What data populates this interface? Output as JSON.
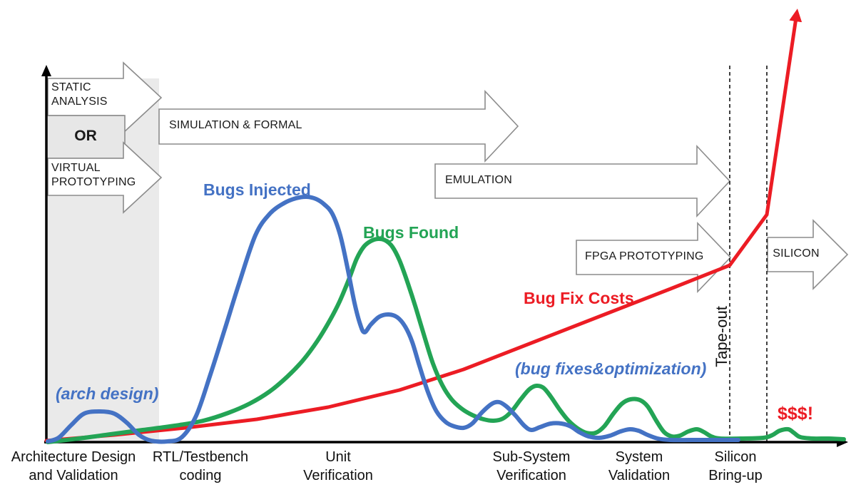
{
  "arrows": {
    "static_analysis": {
      "line1": "STATIC",
      "line2": "ANALYSIS"
    },
    "or": {
      "label": "OR"
    },
    "virtual_prototyping": {
      "line1": "VIRTUAL",
      "line2": "PROTOTYPING"
    },
    "simulation_formal": {
      "label": "SIMULATION & FORMAL"
    },
    "emulation": {
      "label": "EMULATION"
    },
    "fpga_prototyping": {
      "label": "FPGA PROTOTYPING"
    },
    "silicon": {
      "label": "SILICON"
    }
  },
  "labels": {
    "bugs_injected": "Bugs Injected",
    "bugs_found": "Bugs Found",
    "bug_fix_costs": "Bug Fix Costs",
    "arch_design": "(arch design)",
    "bug_fixes_optimization": "(bug fixes&optimization)",
    "tape_out": "Tape-out",
    "dollars": "$$$!"
  },
  "colors": {
    "bugs_injected": "#4472C4",
    "bugs_found": "#23A455",
    "bug_fix_costs": "#EC1C24",
    "shaded_region": "#EAEAEA",
    "arrow_outline": "#8C8C8C",
    "axis": "#000000"
  },
  "chart_data": {
    "type": "line",
    "title": "",
    "x_axis_style": "phase labels, no numeric ticks",
    "y_axis_style": "unlabeled arrow axis",
    "phases": [
      {
        "line1": "Architecture Design",
        "line2": "and Validation"
      },
      {
        "line1": "RTL/Testbench",
        "line2": "coding"
      },
      {
        "line1": "Unit",
        "line2": "Verification"
      },
      {
        "line1": "Sub-System",
        "line2": "Verification"
      },
      {
        "line1": "System",
        "line2": "Validation"
      },
      {
        "line1": "Silicon",
        "line2": "Bring-up"
      }
    ],
    "markers": {
      "tape_out_x": 1023,
      "silicon_dashed_x": 1075,
      "shaded_region_x1": 67,
      "shaded_region_x2": 223
    },
    "series": [
      {
        "id": "bug-fix-costs",
        "name": "Bug Fix Costs",
        "color": "#EC1C24",
        "width": 5,
        "smooth": false,
        "arrow_end": true,
        "points": [
          [
            65,
            618
          ],
          [
            160,
            610
          ],
          [
            260,
            600
          ],
          [
            360,
            588
          ],
          [
            460,
            571
          ],
          [
            560,
            547
          ],
          [
            650,
            518
          ],
          [
            750,
            479
          ],
          [
            850,
            440
          ],
          [
            940,
            405
          ],
          [
            1023,
            372
          ],
          [
            1075,
            301
          ],
          [
            1116,
            25
          ]
        ]
      },
      {
        "id": "bugs-found",
        "name": "Bugs Found",
        "color": "#23A455",
        "width": 6,
        "smooth": true,
        "arrow_end": false,
        "points": [
          [
            67,
            620
          ],
          [
            110,
            615
          ],
          [
            155,
            609
          ],
          [
            200,
            603
          ],
          [
            245,
            597
          ],
          [
            285,
            590
          ],
          [
            320,
            579
          ],
          [
            350,
            566
          ],
          [
            378,
            549
          ],
          [
            403,
            528
          ],
          [
            425,
            505
          ],
          [
            445,
            478
          ],
          [
            462,
            450
          ],
          [
            476,
            423
          ],
          [
            489,
            392
          ],
          [
            500,
            363
          ],
          [
            510,
            346
          ],
          [
            520,
            338
          ],
          [
            530,
            335
          ],
          [
            540,
            337
          ],
          [
            550,
            346
          ],
          [
            560,
            365
          ],
          [
            572,
            398
          ],
          [
            583,
            432
          ],
          [
            595,
            472
          ],
          [
            607,
            510
          ],
          [
            620,
            540
          ],
          [
            633,
            560
          ],
          [
            647,
            573
          ],
          [
            662,
            582
          ],
          [
            678,
            588
          ],
          [
            692,
            590
          ],
          [
            705,
            587
          ],
          [
            717,
            577
          ],
          [
            730,
            560
          ],
          [
            742,
            546
          ],
          [
            752,
            541
          ],
          [
            762,
            544
          ],
          [
            772,
            556
          ],
          [
            785,
            575
          ],
          [
            797,
            590
          ],
          [
            810,
            601
          ],
          [
            822,
            607
          ],
          [
            835,
            607
          ],
          [
            847,
            598
          ],
          [
            860,
            580
          ],
          [
            872,
            566
          ],
          [
            884,
            560
          ],
          [
            897,
            561
          ],
          [
            908,
            570
          ],
          [
            920,
            590
          ],
          [
            931,
            606
          ],
          [
            942,
            612
          ],
          [
            953,
            611
          ],
          [
            965,
            605
          ],
          [
            977,
            602
          ],
          [
            987,
            606
          ],
          [
            997,
            612
          ],
          [
            1010,
            615
          ],
          [
            1040,
            615
          ],
          [
            1070,
            614
          ],
          [
            1083,
            610
          ],
          [
            1093,
            604
          ],
          [
            1105,
            602
          ],
          [
            1113,
            607
          ],
          [
            1122,
            613
          ],
          [
            1140,
            615
          ],
          [
            1162,
            615
          ],
          [
            1183,
            616
          ]
        ]
      },
      {
        "id": "bugs-injected",
        "name": "Bugs Injected",
        "color": "#4472C4",
        "width": 6,
        "smooth": true,
        "arrow_end": false,
        "points": [
          [
            67,
            619
          ],
          [
            82,
            614
          ],
          [
            100,
            596
          ],
          [
            118,
            580
          ],
          [
            140,
            577
          ],
          [
            160,
            580
          ],
          [
            178,
            593
          ],
          [
            195,
            610
          ],
          [
            212,
            618
          ],
          [
            235,
            619
          ],
          [
            255,
            613
          ],
          [
            275,
            583
          ],
          [
            295,
            525
          ],
          [
            315,
            462
          ],
          [
            335,
            398
          ],
          [
            358,
            330
          ],
          [
            378,
            300
          ],
          [
            398,
            285
          ],
          [
            415,
            278
          ],
          [
            430,
            276
          ],
          [
            443,
            279
          ],
          [
            455,
            287
          ],
          [
            466,
            300
          ],
          [
            477,
            330
          ],
          [
            487,
            375
          ],
          [
            497,
            425
          ],
          [
            505,
            455
          ],
          [
            511,
            466
          ],
          [
            520,
            455
          ],
          [
            532,
            444
          ],
          [
            545,
            441
          ],
          [
            557,
            445
          ],
          [
            568,
            458
          ],
          [
            578,
            480
          ],
          [
            588,
            513
          ],
          [
            600,
            550
          ],
          [
            612,
            577
          ],
          [
            625,
            592
          ],
          [
            637,
            598
          ],
          [
            650,
            600
          ],
          [
            662,
            594
          ],
          [
            676,
            578
          ],
          [
            690,
            566
          ],
          [
            700,
            564
          ],
          [
            710,
            570
          ],
          [
            722,
            582
          ],
          [
            735,
            597
          ],
          [
            745,
            603
          ],
          [
            757,
            599
          ],
          [
            772,
            594
          ],
          [
            787,
            594
          ],
          [
            800,
            598
          ],
          [
            812,
            606
          ],
          [
            825,
            612
          ],
          [
            840,
            614
          ],
          [
            855,
            611
          ],
          [
            870,
            605
          ],
          [
            883,
            602
          ],
          [
            895,
            604
          ],
          [
            908,
            610
          ],
          [
            922,
            615
          ],
          [
            940,
            617
          ],
          [
            970,
            617
          ],
          [
            1005,
            617
          ],
          [
            1035,
            617
          ]
        ]
      }
    ]
  }
}
